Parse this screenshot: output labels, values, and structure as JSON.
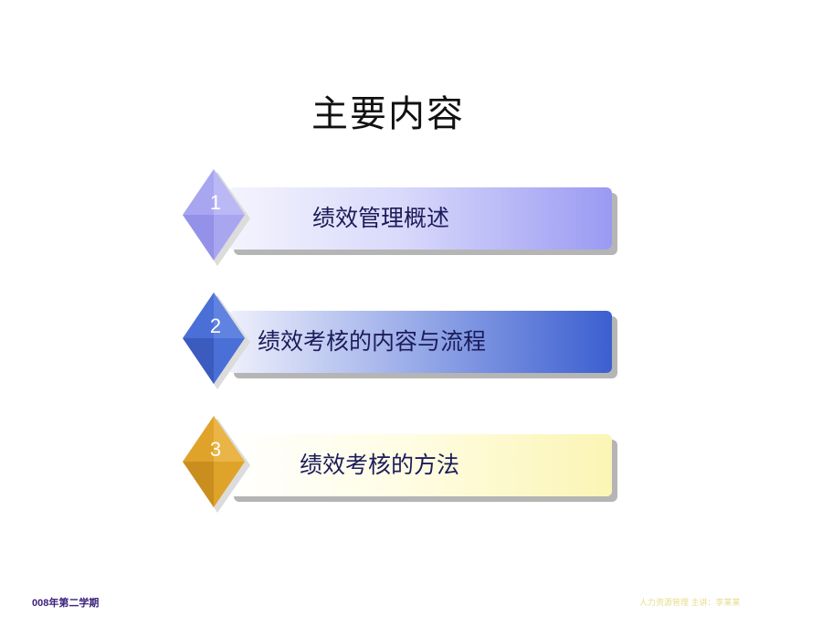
{
  "slide": {
    "title": "主要内容",
    "items": [
      {
        "number": "1",
        "label": "绩效管理概述",
        "diamond_color": "#a9a6f0",
        "diamond_shade": "#6c68d8"
      },
      {
        "number": "2",
        "label": "绩效考核的内容与流程",
        "diamond_color": "#4a6fd6",
        "diamond_shade": "#2b48a8"
      },
      {
        "number": "3",
        "label": "绩效考核的方法",
        "diamond_color": "#e0a32a",
        "diamond_shade": "#b27a12"
      }
    ],
    "footer_left": "008年第二学期",
    "footer_right": "人力资源管理    主讲：李某某"
  }
}
